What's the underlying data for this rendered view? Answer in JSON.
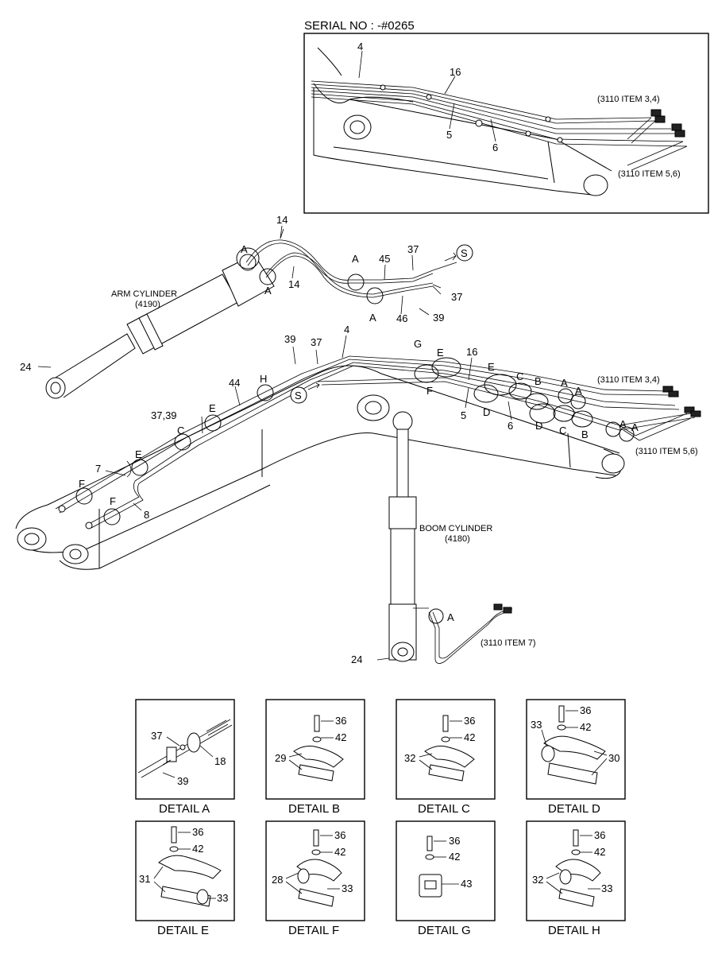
{
  "serial_header": "SERIAL NO : -#0265",
  "labels": {
    "arm_cylinder_1": "ARM CYLINDER",
    "arm_cylinder_2": "(4190)",
    "boom_cylinder_1": "BOOM CYLINDER",
    "boom_cylinder_2": "(4180)",
    "ref_3110_34": "(3110 ITEM 3,4)",
    "ref_3110_56": "(3110 ITEM 5,6)",
    "ref_3110_7": "(3110 ITEM 7)"
  },
  "inset_callouts": [
    "4",
    "16",
    "5",
    "6"
  ],
  "main_callouts": {
    "n14": "14",
    "n45": "45",
    "n37": "37",
    "n46": "46",
    "n39": "39",
    "n24": "24",
    "n4": "4",
    "n16": "16",
    "n5": "5",
    "n6": "6",
    "n44": "44",
    "n3739": "37,39",
    "n7": "7",
    "n8": "8"
  },
  "letters": {
    "A": "A",
    "B": "B",
    "C": "C",
    "D": "D",
    "E": "E",
    "F": "F",
    "G": "G",
    "H": "H",
    "S": "S"
  },
  "details": [
    {
      "title": "DETAIL  A",
      "parts": [
        "37",
        "18",
        "39"
      ]
    },
    {
      "title": "DETAIL  B",
      "parts": [
        "36",
        "42",
        "29"
      ]
    },
    {
      "title": "DETAIL  C",
      "parts": [
        "36",
        "42",
        "32"
      ]
    },
    {
      "title": "DETAIL  D",
      "parts": [
        "36",
        "33",
        "42",
        "30"
      ]
    },
    {
      "title": "DETAIL  E",
      "parts": [
        "36",
        "42",
        "31",
        "33"
      ]
    },
    {
      "title": "DETAIL  F",
      "parts": [
        "36",
        "42",
        "28",
        "33"
      ]
    },
    {
      "title": "DETAIL  G",
      "parts": [
        "36",
        "42",
        "43"
      ]
    },
    {
      "title": "DETAIL  H",
      "parts": [
        "36",
        "42",
        "32",
        "33"
      ]
    }
  ]
}
